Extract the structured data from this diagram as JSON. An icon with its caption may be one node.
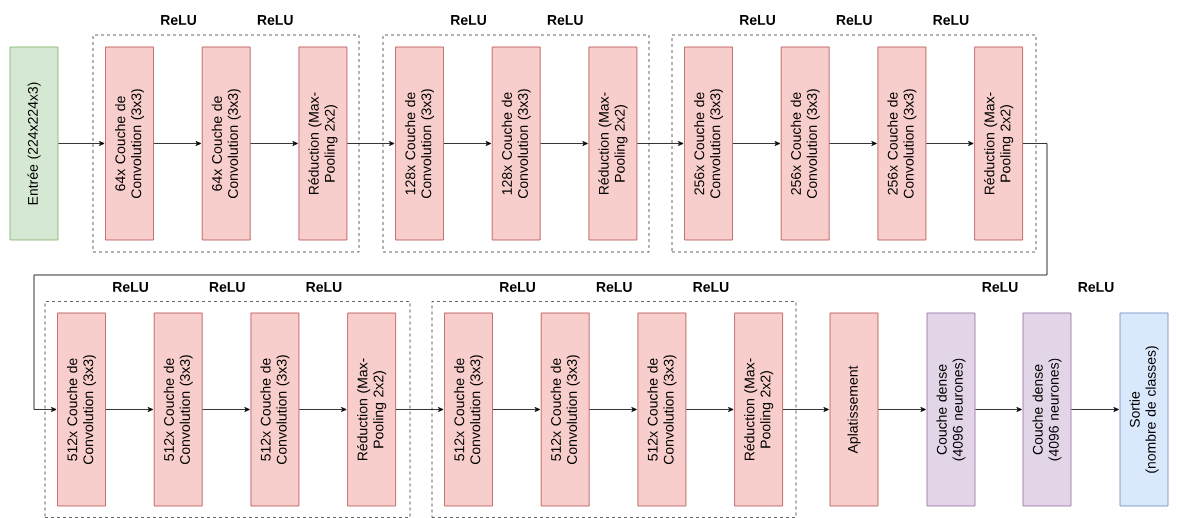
{
  "diagram": {
    "nodes": [
      {
        "text": [
          "Entrée (224x224x3)"
        ]
      },
      {
        "text": [],
        "shape": "box"
      },
      {
        "text": [
          "64x Couche de Convolution (3x3)"
        ],
        "in": 1,
        "beside": [
          "ReLU"
        ]
      },
      {
        "text": [
          "64x Couche de Convolution (3x3)"
        ],
        "in": 1,
        "beside": [
          "ReLU"
        ]
      },
      {
        "text": [
          "Réduction (Max-Pooling 2x2)"
        ],
        "in": 1
      },
      {
        "text": [],
        "shape": "box"
      },
      {
        "text": [
          "128x Couche de Convolution (3x3)"
        ],
        "in": 5,
        "beside": [
          "ReLU"
        ]
      },
      {
        "text": [
          "128x Couche de Convolution (3x3)"
        ],
        "in": 5,
        "beside": [
          "ReLU"
        ]
      },
      {
        "text": [
          "Réduction (Max-Pooling 2x2)"
        ],
        "in": 5
      },
      {
        "text": [],
        "shape": "box"
      },
      {
        "text": [
          "256x Couche de Convolution (3x3)"
        ],
        "in": 9,
        "beside": [
          "ReLU"
        ]
      },
      {
        "text": [
          "256x Couche de Convolution (3x3)"
        ],
        "in": 9,
        "beside": [
          "ReLU"
        ]
      },
      {
        "text": [
          "256x Couche de Convolution (3x3)"
        ],
        "in": 9,
        "beside": [
          "ReLU"
        ]
      },
      {
        "text": [
          "Réduction (Max-Pooling 2x2)"
        ],
        "in": 9
      },
      {
        "text": [],
        "shape": "box"
      },
      {
        "text": [
          "512x Couche de Convolution (3x3)"
        ],
        "in": 14,
        "beside": [
          "ReLU"
        ]
      },
      {
        "text": [
          "512x Couche de Convolution (3x3)"
        ],
        "in": 14,
        "beside": [
          "ReLU"
        ]
      },
      {
        "text": [
          "512x Couche de Convolution (3x3)"
        ],
        "in": 14,
        "beside": [
          "ReLU"
        ]
      },
      {
        "text": [
          "Réduction (Max-Pooling 2x2)"
        ],
        "in": 14
      },
      {
        "text": [],
        "shape": "box"
      },
      {
        "text": [
          "512x Couche de Convolution (3x3)"
        ],
        "in": 19,
        "beside": [
          "ReLU"
        ]
      },
      {
        "text": [
          "512x Couche de Convolution (3x3)"
        ],
        "in": 19,
        "beside": [
          "ReLU"
        ]
      },
      {
        "text": [
          "512x Couche de Convolution (3x3)"
        ],
        "in": 19,
        "beside": [
          "ReLU"
        ]
      },
      {
        "text": [
          "Réduction (Max-Pooling 2x2)"
        ],
        "in": 19
      },
      {
        "text": [
          "Aplatissement"
        ]
      },
      {
        "text": [
          "Couche dense (4096 neurones)"
        ],
        "beside": [
          "ReLU"
        ]
      },
      {
        "text": [
          "Couche dense (4096 neurones)"
        ],
        "beside": [
          "ReLU"
        ]
      },
      {
        "text": [
          "Sortie (nombre de classes)"
        ]
      }
    ],
    "edges": [
      {
        "from": 0,
        "to": 2,
        "arrow": "to"
      },
      {
        "from": 2,
        "to": 3,
        "arrow": "to"
      },
      {
        "from": 3,
        "to": 4,
        "arrow": "to"
      },
      {
        "from": 4,
        "to": 6,
        "arrow": "to"
      },
      {
        "from": 6,
        "to": 7,
        "arrow": "to"
      },
      {
        "from": 7,
        "to": 8,
        "arrow": "to"
      },
      {
        "from": 8,
        "to": 10,
        "arrow": "to"
      },
      {
        "from": 10,
        "to": 11,
        "arrow": "to"
      },
      {
        "from": 11,
        "to": 12,
        "arrow": "to"
      },
      {
        "from": 12,
        "to": 13,
        "arrow": "to"
      },
      {
        "from": 13,
        "to": 15,
        "arrow": "to"
      },
      {
        "from": 15,
        "to": 16,
        "arrow": "to"
      },
      {
        "from": 16,
        "to": 17,
        "arrow": "to"
      },
      {
        "from": 17,
        "to": 18,
        "arrow": "to"
      },
      {
        "from": 18,
        "to": 20,
        "arrow": "to"
      },
      {
        "from": 20,
        "to": 21,
        "arrow": "to"
      },
      {
        "from": 21,
        "to": 22,
        "arrow": "to"
      },
      {
        "from": 22,
        "to": 23,
        "arrow": "to"
      },
      {
        "from": 23,
        "to": 24,
        "arrow": "to"
      },
      {
        "from": 24,
        "to": 25,
        "arrow": "to"
      },
      {
        "from": 25,
        "to": 26,
        "arrow": "to"
      },
      {
        "from": 26,
        "to": 27,
        "arrow": "to"
      }
    ]
  }
}
